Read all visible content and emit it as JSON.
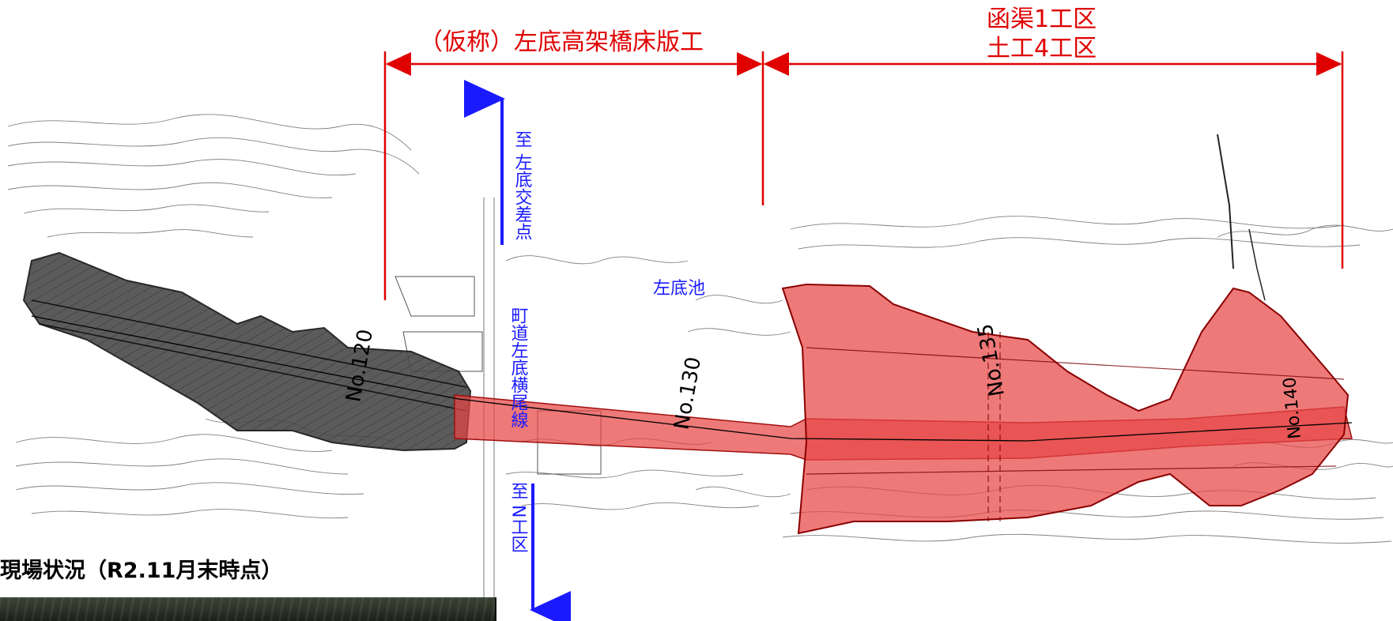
{
  "sections": {
    "bridge_slab": {
      "label": "（仮称）左底高架橋床版工"
    },
    "culvert": {
      "line1": "函渠1工区",
      "line2": "土工4工区"
    }
  },
  "roads": {
    "north_label": "至 左底交差点",
    "road_name": "町道左底横尾線",
    "south_label": "至 N工区"
  },
  "landmarks": {
    "pond": "左底池"
  },
  "stations": {
    "s1": "No.120",
    "s2": "No.130",
    "s3": "No.135",
    "s4": "No.140"
  },
  "photo": {
    "caption": "現場状況（R2.11月末時点）"
  },
  "colors": {
    "section_line": "#e00000",
    "road_arrow": "#1a1aff",
    "completed": "#4a4a4a",
    "planned": "#e84545"
  }
}
